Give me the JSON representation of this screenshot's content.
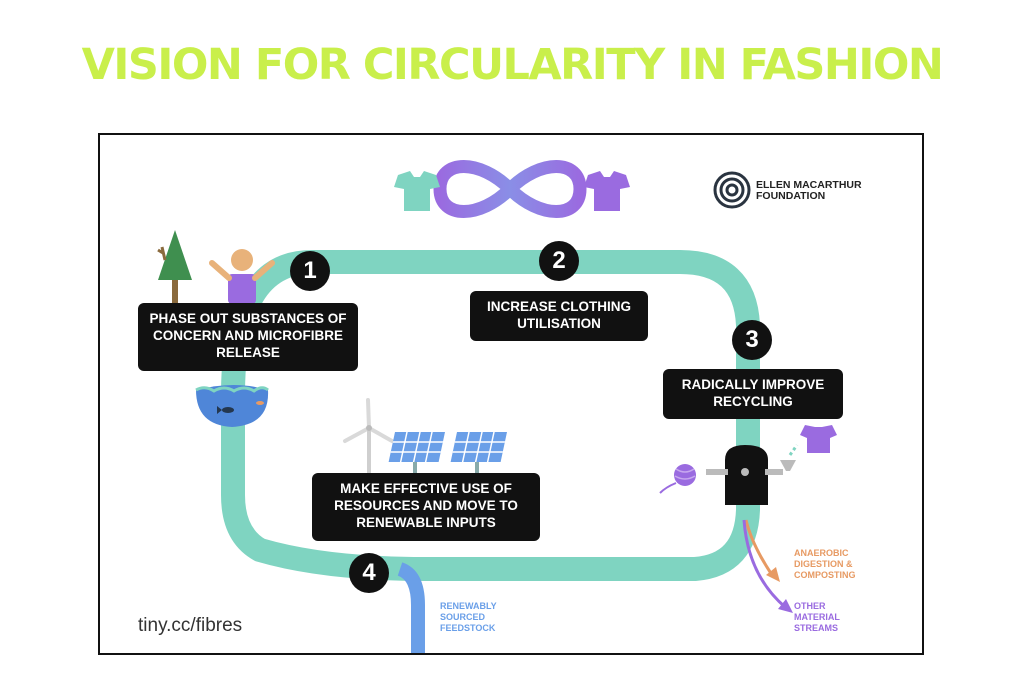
{
  "title": "VISION FOR CIRCULARITY IN FASHION",
  "logo": {
    "line1": "ELLEN MACARTHUR",
    "line2": "FOUNDATION"
  },
  "steps": [
    {
      "number": "1",
      "text": "PHASE OUT SUBSTANCES OF CONCERN AND MICROFIBRE RELEASE"
    },
    {
      "number": "2",
      "text": "INCREASE CLOTHING UTILISATION"
    },
    {
      "number": "3",
      "text": "RADICALLY IMPROVE RECYCLING"
    },
    {
      "number": "4",
      "text": "MAKE EFFECTIVE USE OF RESOURCES AND MOVE TO RENEWABLE INPUTS"
    }
  ],
  "outputs": {
    "anaerobic": [
      "ANAEROBIC",
      "DIGESTION &",
      "COMPOSTING"
    ],
    "other": [
      "OTHER",
      "MATERIAL",
      "STREAMS"
    ],
    "renewable": [
      "RENEWABLY",
      "SOURCED",
      "FEEDSTOCK"
    ]
  },
  "url": "tiny.cc/fibres",
  "colors": {
    "title": "#c9ef4b",
    "loop": "#7fd4c1",
    "purple": "#9a6be0",
    "blue": "#6a9fe8",
    "orange": "#e79a63",
    "box": "#111111"
  },
  "icons": [
    "tree-icon",
    "person-icon",
    "water-fish-icon",
    "infinity-shirts-icon",
    "wind-turbine-icon",
    "solar-panel-icon",
    "recycling-machine-icon",
    "yarn-ball-icon",
    "tshirt-icon",
    "foundation-logo-icon"
  ]
}
